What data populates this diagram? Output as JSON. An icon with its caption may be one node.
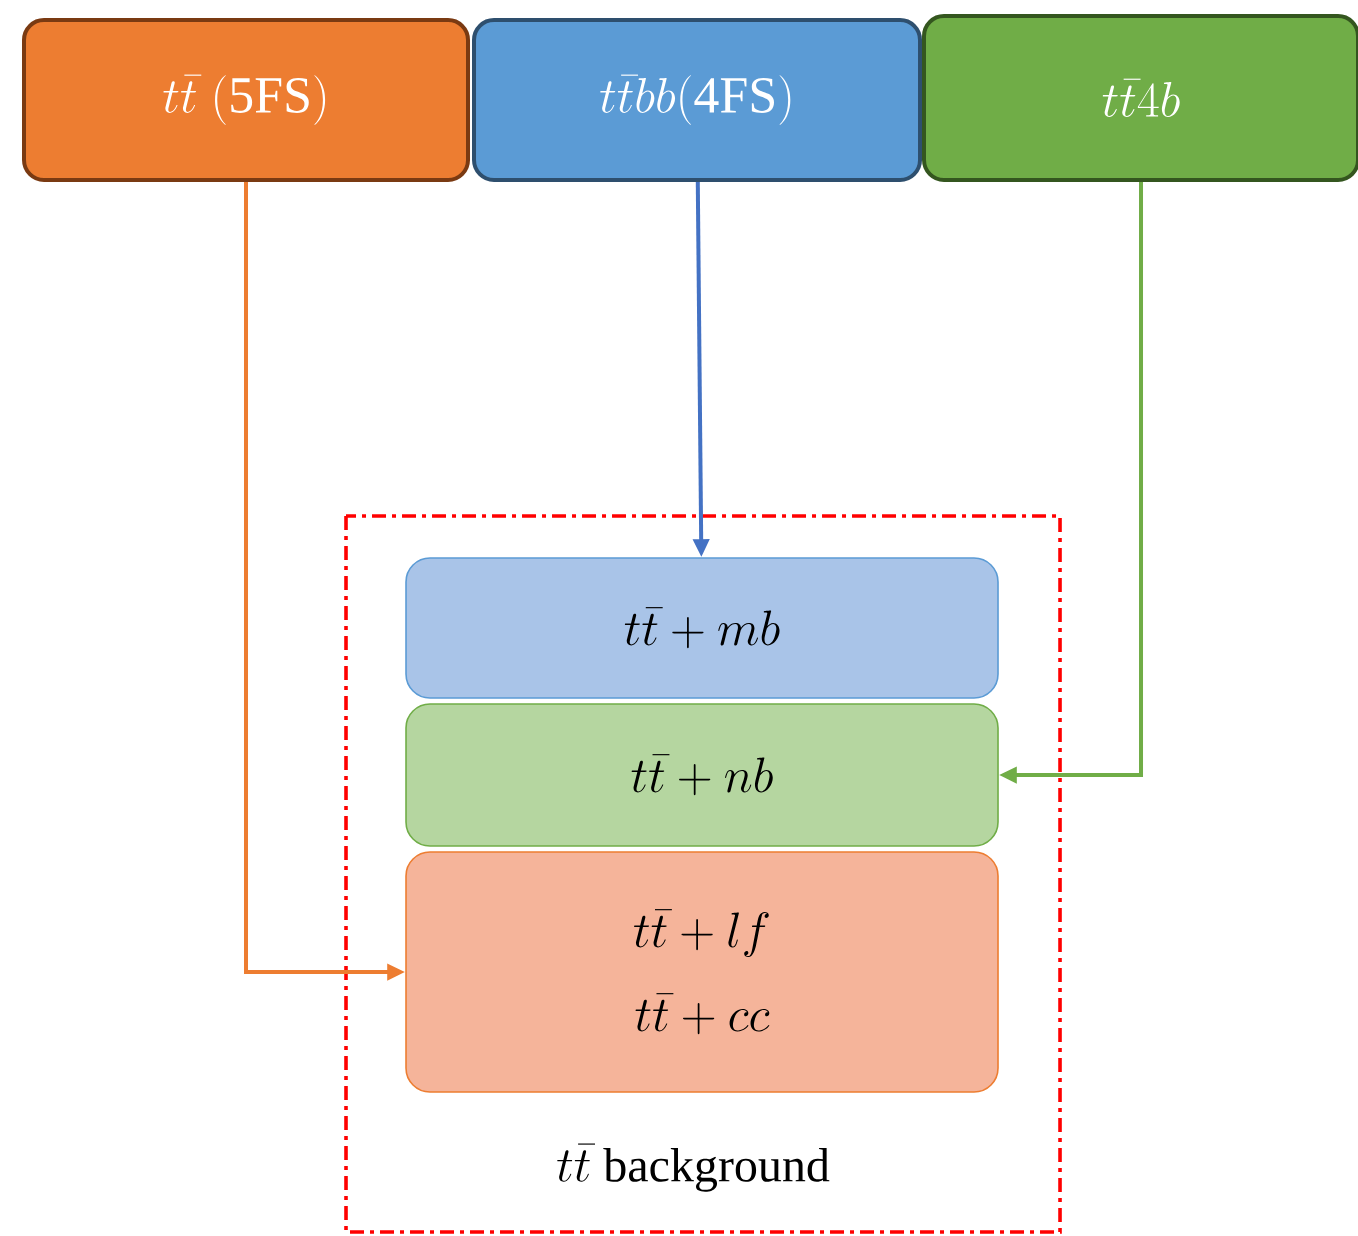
{
  "diagram": {
    "nodes": [
      {
        "text": [
          "t\\bar{t}\\ (\\mathrm{5FS})"
        ]
      },
      {
        "text": [
          "t\\bar{t}bb(\\mathrm{4FS})"
        ]
      },
      {
        "text": [
          "t\\bar{t}4b"
        ]
      },
      {
        "text": [
          "t\\bar{t}\\ \\mathrm{background}"
        ]
      },
      {
        "text": [
          "t\\bar{t}+mb"
        ],
        "in": 3
      },
      {
        "text": [
          "t\\bar{t}+nb"
        ],
        "in": 3
      },
      {
        "text": [
          "t\\bar{t}+lf",
          "t\\bar{t}+cc"
        ],
        "in": 3
      }
    ],
    "edges": [
      {
        "from": 0,
        "to": 6,
        "arrow": "to",
        "color": "#ed7d31"
      },
      {
        "from": 1,
        "to": 4,
        "arrow": "to",
        "color": "#4472c4"
      },
      {
        "from": 2,
        "to": 5,
        "arrow": "to",
        "color": "#70ad47"
      }
    ]
  }
}
